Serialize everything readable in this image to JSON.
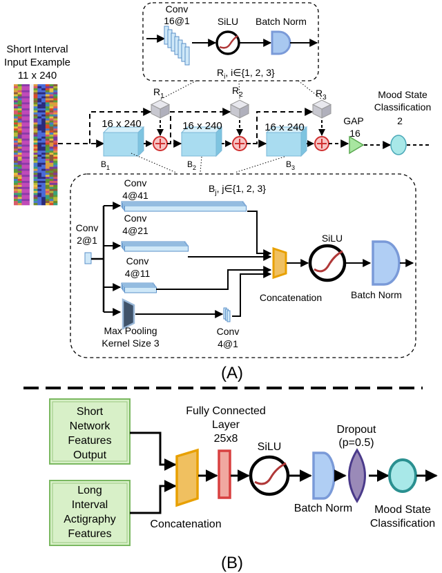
{
  "panel_a": {
    "caption": "(A)",
    "input": {
      "line1": "Short Interval",
      "line2": "Input Example",
      "line3": "11 x 240"
    },
    "residual_block": {
      "conv_label": "Conv",
      "conv_dims": "16@1",
      "silu": "SiLU",
      "batch_norm": "Batch Norm",
      "index": "R",
      "index_sub": "i",
      "index_set": ", i∈{1, 2, 3}"
    },
    "r_labels": [
      "R",
      "R",
      "R"
    ],
    "r_subs": [
      "1",
      "2",
      "3"
    ],
    "b_dims": [
      "16 x 240",
      "16 x 240",
      "16 x 240"
    ],
    "b_labels": [
      "B",
      "B",
      "B"
    ],
    "b_subs": [
      "1",
      "2",
      "3"
    ],
    "gap_label": "GAP",
    "gap_dim": "16",
    "output": {
      "line1": "Mood State",
      "line2": "Classification",
      "line3": "2"
    },
    "inception": {
      "title": "B",
      "title_sub": "j",
      "title_set": ", j∈{1, 2, 3}",
      "conv_in_label": "Conv",
      "conv_in_dims": "2@1",
      "branch1_label": "Conv",
      "branch1_dims": "4@41",
      "branch2_label": "Conv",
      "branch2_dims": "4@21",
      "branch3_label": "Conv",
      "branch3_dims": "4@11",
      "pool_line1": "Max Pooling",
      "pool_line2": "Kernel Size 3",
      "pool_conv_label": "Conv",
      "pool_conv_dims": "4@1",
      "concat": "Concatenation",
      "silu": "SiLU",
      "batch_norm": "Batch Norm"
    }
  },
  "panel_b": {
    "caption": "(B)",
    "input1": [
      "Short",
      "Network",
      "Features",
      "Output"
    ],
    "input2": [
      "Long",
      "Interval",
      "Actigraphy",
      "Features"
    ],
    "concat": "Concatenation",
    "fc_line1": "Fully Connected",
    "fc_line2": "Layer",
    "fc_line3": "25x8",
    "silu": "SiLU",
    "batch_norm": "Batch Norm",
    "dropout_line1": "Dropout",
    "dropout_line2": "(p=0.5)",
    "output_line1": "Mood State",
    "output_line2": "Classification"
  },
  "colors": {
    "conv_block": "#a9dcf0",
    "cube": "#d2d2d8",
    "add_red": "#d03030",
    "gap_green": "#a8e6a0",
    "output_cyan": "#a8e8e8",
    "batchnorm_blue": "#7a9ad8",
    "concat_orange": "#e8a000",
    "silu_curve": "#b03838",
    "pool_dark": "#40536a",
    "fc_red": "#d84040",
    "input_green": "#d8f0c8",
    "dropout_purple": "#9a8ab8",
    "output_teal": "#2a9090"
  }
}
